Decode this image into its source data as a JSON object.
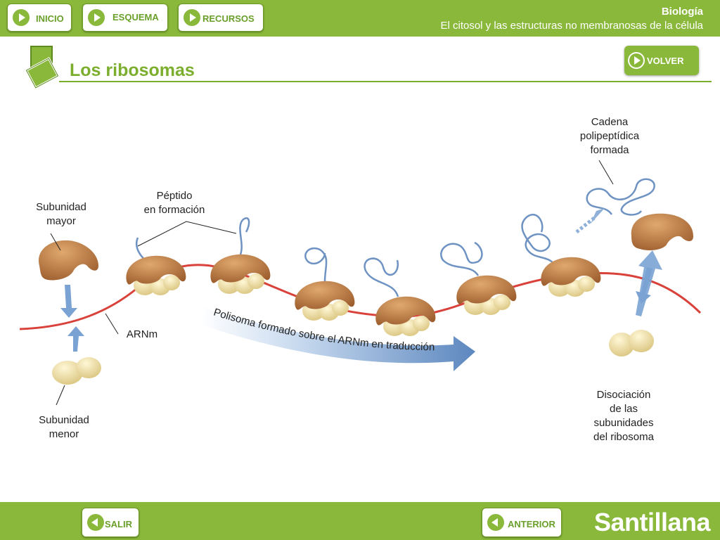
{
  "nav": {
    "inicio": "INICIO",
    "esquema": "ESQUEMA",
    "recursos": "RECURSOS",
    "volver": "VOLVER",
    "salir": "SALIR",
    "anterior": "ANTERIOR"
  },
  "header": {
    "subject": "Biología",
    "topic": "El citosol y las estructuras no membranosas de la célula"
  },
  "page": {
    "title": "Los ribosomas"
  },
  "labels": {
    "subunidad_mayor": [
      "Subunidad",
      "mayor"
    ],
    "subunidad_menor": [
      "Subunidad",
      "menor"
    ],
    "peptido": [
      "Péptido",
      "en formación"
    ],
    "arnm": "ARNm",
    "cadena": [
      "Cadena",
      "polipeptídica",
      "formada"
    ],
    "disociacion": [
      "Disociación",
      "de las",
      "subunidades",
      "del ribosoma"
    ],
    "polisoma": "Polisoma formado sobre el ARNm en traducción"
  },
  "brand": "Santillana",
  "colors": {
    "accent": "#8ab83a",
    "mrna": "#d9423a",
    "large_subunit": "#b9743f",
    "small_subunit": "#eedc9e",
    "peptide": "#6e93c3",
    "arrow": "#7aa3d4"
  }
}
